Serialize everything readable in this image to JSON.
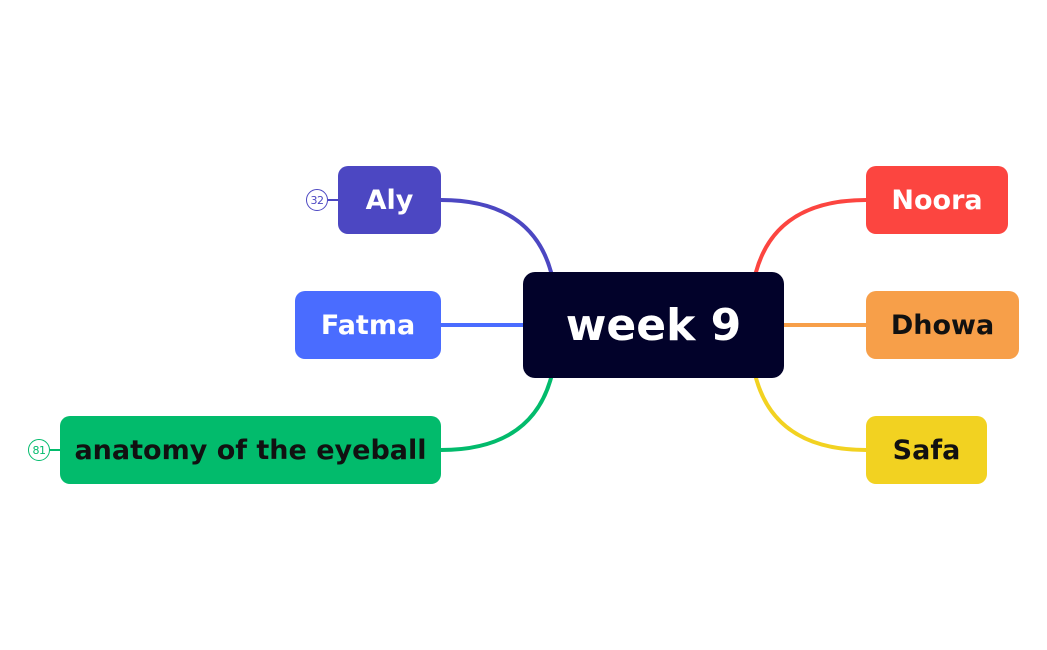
{
  "mindmap": {
    "central": {
      "label": "week 9",
      "color": "#02022a"
    },
    "left_topics": [
      {
        "label": "Aly",
        "color": "#4c47c2",
        "collapsed_count": "32"
      },
      {
        "label": "Fatma",
        "color": "#4a6cff"
      },
      {
        "label": "anatomy of the eyeball",
        "color": "#02bb6c",
        "collapsed_count": "81"
      }
    ],
    "right_topics": [
      {
        "label": "Noora",
        "color": "#fc4540"
      },
      {
        "label": "Dhowa",
        "color": "#f79f49"
      },
      {
        "label": "Safa",
        "color": "#f2d221"
      }
    ]
  }
}
